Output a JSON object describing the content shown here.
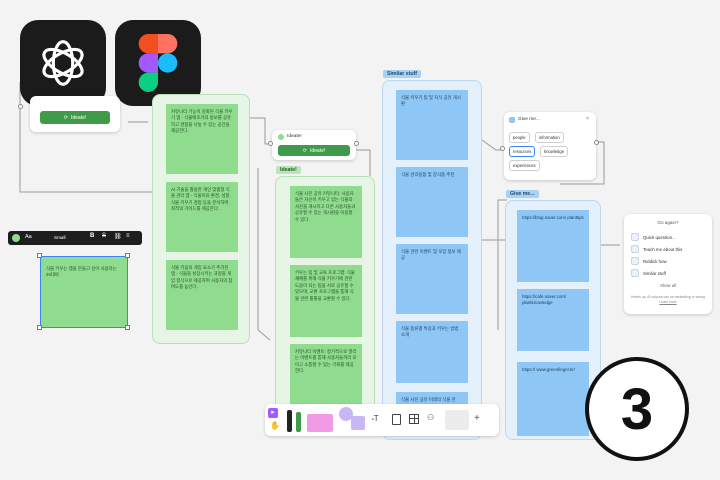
{
  "badge": {
    "number": "3"
  },
  "ideate_top": {
    "button": "Ideate!"
  },
  "green_column": {
    "stickies": [
      "커뮤니티 기능이 강화된 식물 키우기 앱 - 식물애호가의 정보를 공유하고 경험을 나눌 수 있는 공간을 제공한다.",
      "AI 기술을 활용한 개인 맞춤형 식물 관리 앱 - 식물이의 환경, 성향, 식물 키우기 경험 등을 분석하여 최적의 가이드를 제공한다.",
      "식물 키움의 게임 요소가 추가된 앱 - 식물을 성장시키는 과정을 게임 형식으로 제공하여 사용자의 참여도를 높인다."
    ]
  },
  "text_toolbar": {
    "font": "Aa",
    "size": "Small"
  },
  "selected_sticky": {
    "text": "식물 키우는 앱을 만들고 싶어 사용자는 20대야"
  },
  "ideate_mid": {
    "title": "Ideate!",
    "button": "Ideate!"
  },
  "ideate_section": {
    "label": "Ideate!",
    "stickies": [
      "식물 사진 공유 커뮤니티: 사용자들은 자신이 키우고 있는 식물의 사진을 게시하고 다른 사용자들과 공유할 수 있는 게시판을 이용할 수 있다.",
      "키우는 팁 및 교육 프로그램: 식물 재배를 위해 식물 키우기에 관한 도움이 되는 팁을 서로 공유할 수 있으며, 교환 프로그램을 통해 식물 관련 툴툴을 교환할 수 있다.",
      "커뮤니티 이벤트: 정기적으로 열리는 이벤트를 통해 사용자들끼리 모이고 소통할 수 있는 기회를 제공한다."
    ]
  },
  "similar_section": {
    "label": "Similar stuff",
    "stickies": [
      "식물 키우기 팁 및 지식 공유 게시판",
      "식물 관리용품 및 장식품 추천",
      "식물 관련 이벤트 및 모임 정보 제공",
      "식물 종류별 특징과 키우는 방법 소개",
      "식물 사진 공유 미래의 식물 관"
    ]
  },
  "give_me_card": {
    "title": "Give me...",
    "tags": [
      "people",
      "information",
      "resources",
      "knowledge",
      "experiences"
    ]
  },
  "give_me_section": {
    "label": "Give me...",
    "stickies": [
      "https://blog.naver.com/ planttips",
      "https://cafe.naver.com/ plantknowledge",
      "https:// www.greenfinger.kr/"
    ]
  },
  "go_again_menu": {
    "title": "Go again?",
    "items": [
      "Quick question...",
      "Teach me about this",
      "Riddick how",
      "Similar stuff"
    ],
    "show_all": "Show all",
    "footer": "Heads up: AI outputs can be misleading or wrong",
    "footer_link": "Learn more"
  },
  "bottom_toolbar": {
    "text_tool": "T"
  }
}
